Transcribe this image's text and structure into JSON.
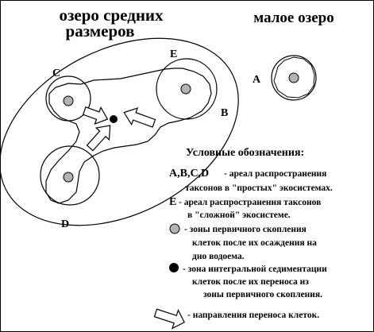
{
  "titles": {
    "medium_lake_line1": "озеро средних",
    "medium_lake_line2": "размеров",
    "small_lake": "малое озеро"
  },
  "labels": {
    "A": "A",
    "B": "B",
    "C": "C",
    "D": "D",
    "E": "E"
  },
  "legend": {
    "title": "Условные обозначения:",
    "simple_key": "A,B,C,D",
    "simple_text_1": "- ареал   распространения",
    "simple_text_2": "таксонов в \"простых\" экосистемах.",
    "complex_key": "E",
    "complex_text_1": "- ареал распространения таксонов",
    "complex_text_2": "в \"сложной\" экосистеме.",
    "primary_zone_1": "- зоны    первичного скопления",
    "primary_zone_2": "клеток после их осаждения  на",
    "primary_zone_3": "дно водоема.",
    "integral_zone_1": "- зона интегральной седиментации",
    "integral_zone_2": "клеток   после   их переноса из",
    "integral_zone_3": "зоны   первичного скопления.",
    "transfer": "- направления переноса клеток."
  },
  "colors": {
    "stroke": "#000000",
    "zone_fill": "#b3b3b3",
    "sediment_dot": "#000000",
    "background": "#ffffff"
  }
}
